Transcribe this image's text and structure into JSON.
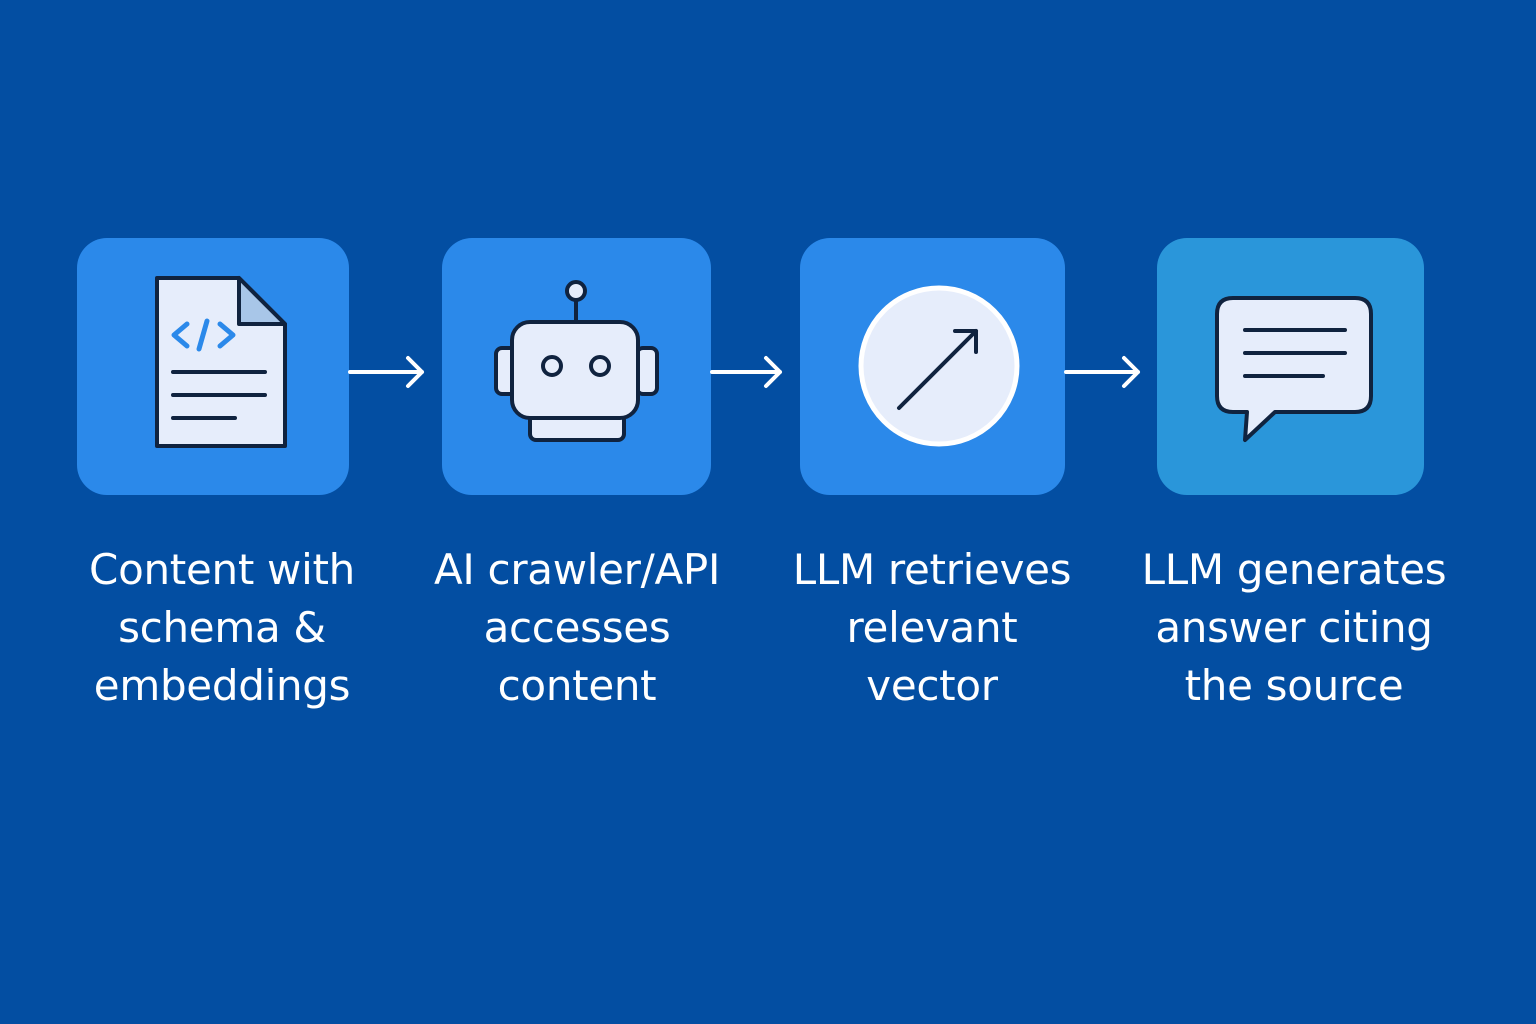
{
  "steps": [
    {
      "icon": "code-document-icon",
      "label_lines": [
        "Content with",
        "schema &",
        "embeddings"
      ]
    },
    {
      "icon": "robot-icon",
      "label_lines": [
        "AI crawler/API",
        "accesses",
        "content"
      ]
    },
    {
      "icon": "vector-arrow-icon",
      "label_lines": [
        "LLM retrieves",
        "relevant",
        "vector"
      ]
    },
    {
      "icon": "speech-bubble-icon",
      "label_lines": [
        "LLM generates",
        "answer citing",
        "the source"
      ]
    }
  ],
  "colors": {
    "background": "#034ea2",
    "tile": "#2b89ea",
    "tile_last": "#2a96da",
    "icon_fill": "#e6edfb",
    "icon_stroke": "#10233f",
    "accent": "#2b89ea",
    "text": "#ffffff"
  }
}
